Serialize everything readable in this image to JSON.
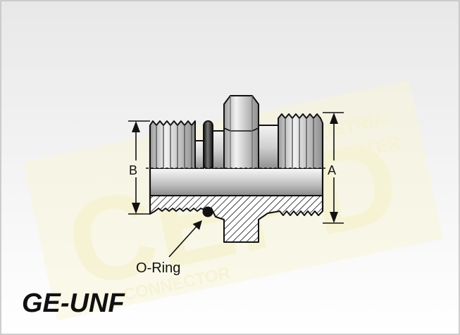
{
  "diagram": {
    "title": "GE-UNF",
    "labels": {
      "dim_a": "A",
      "dim_b": "B",
      "o_ring": "O-Ring"
    },
    "watermark": {
      "big": "CEPD",
      "line1": "USTRIA",
      "line2": "MASTER",
      "line3": "CONNECTOR"
    }
  },
  "colors": {
    "background_top": "#e9e9e9",
    "background_bottom": "#ffffff",
    "steel_light": "#ececec",
    "steel_dark": "#9a9a9a",
    "outline": "#111111",
    "watermark": "#f4f0c8"
  }
}
